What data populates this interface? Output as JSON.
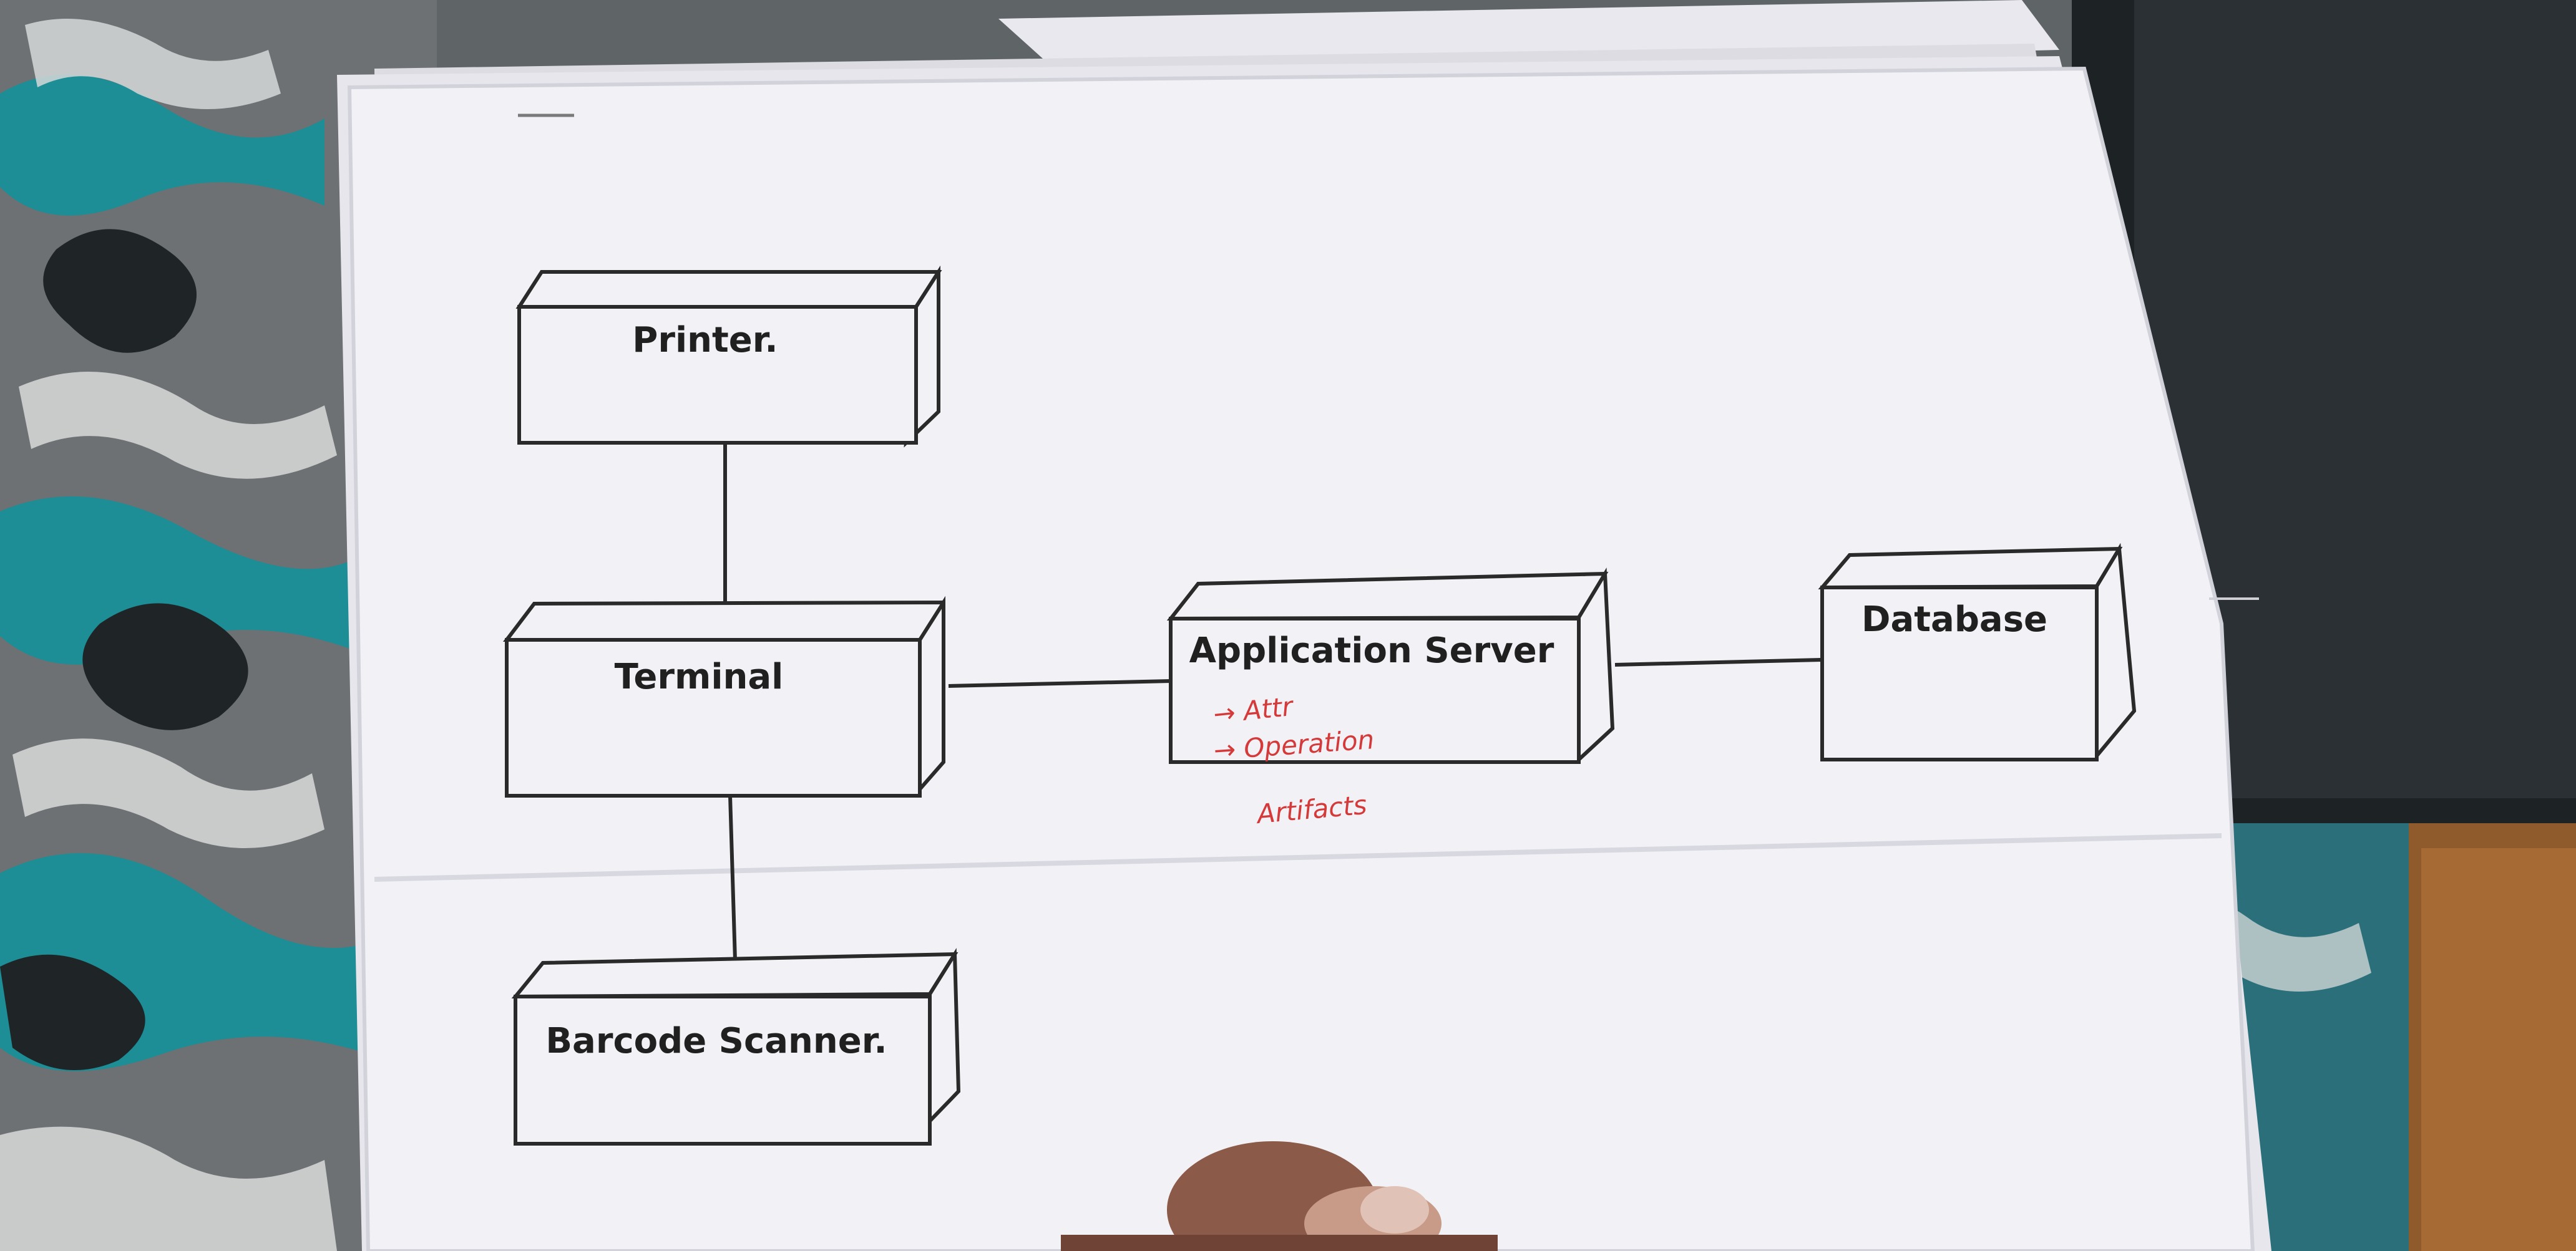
{
  "diagram": {
    "nodes": {
      "printer": "Printer.",
      "terminal": "Terminal",
      "application_server": "Application Server",
      "database": "Database",
      "barcode_scanner": "Barcode Scanner."
    },
    "handwritten_notes": {
      "line1": "→ Attr",
      "line2": "→ Operation",
      "line3": "Artifacts"
    }
  },
  "colors": {
    "paper": "#f2f1f6",
    "ink": "#202020",
    "note_ink": "#d43a3a",
    "fabric_teal": "#1d8d96",
    "fabric_grey": "#6d7173",
    "fabric_dark": "#1f2527"
  }
}
